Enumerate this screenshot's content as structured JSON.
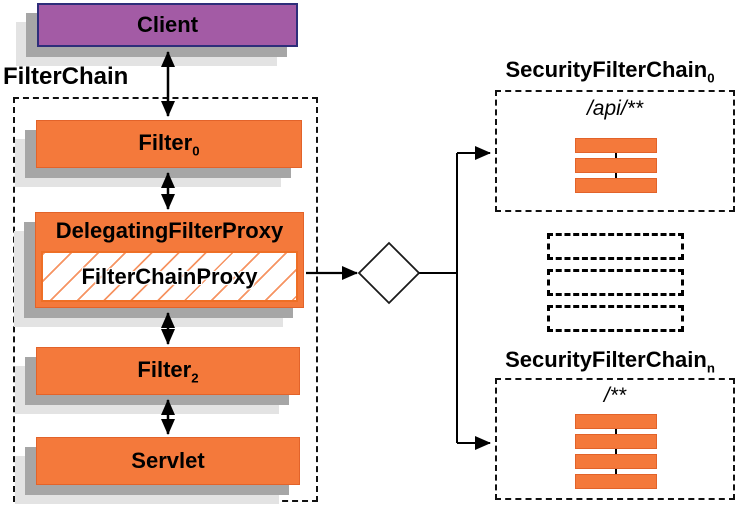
{
  "colors": {
    "orange": "#f4793b",
    "orange-border": "#e2632a",
    "purple": "#a35ba5",
    "client-border": "#2e2e7a",
    "shadow-dark": "#a6a6a6",
    "shadow-light": "#e3e3e3",
    "line": "#000000"
  },
  "client": {
    "label": "Client"
  },
  "filter_chain": {
    "title": "FilterChain",
    "filter0": {
      "base": "Filter",
      "sub": "0"
    },
    "dfp": {
      "label": "DelegatingFilterProxy"
    },
    "fcp": {
      "label": "FilterChainProxy"
    },
    "filter2": {
      "base": "Filter",
      "sub": "2"
    },
    "servlet": {
      "label": "Servlet"
    }
  },
  "decision": {
    "label": "?"
  },
  "sfc0": {
    "title_base": "SecurityFilterChain",
    "title_sub": "0",
    "pattern": "/api/**",
    "bar_count": 3
  },
  "sfcn": {
    "title_base": "SecurityFilterChain",
    "title_sub": "n",
    "pattern": "/**",
    "bar_count": 4
  },
  "ellipsis": {
    "count": 3
  }
}
